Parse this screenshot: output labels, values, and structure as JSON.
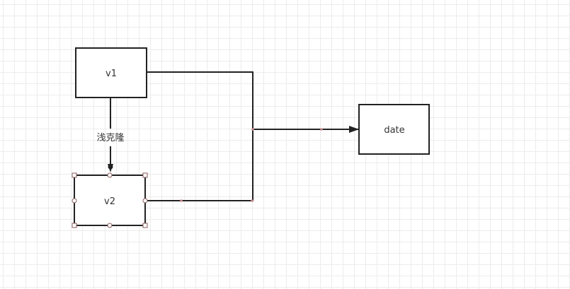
{
  "nodes": {
    "v1": {
      "label": "v1"
    },
    "v2": {
      "label": "v2"
    },
    "date": {
      "label": "date"
    }
  },
  "edges": {
    "v1_v2": {
      "label": "浅克隆"
    }
  },
  "colors": {
    "stroke": "#222222",
    "node_fill": "#ffffff",
    "grid": "#ececec",
    "waypoint": "#c98a8a",
    "handle_fill": "#ffffff",
    "handle_stroke": "#8a5a5a"
  },
  "selection": {
    "selected_node": "v2"
  }
}
